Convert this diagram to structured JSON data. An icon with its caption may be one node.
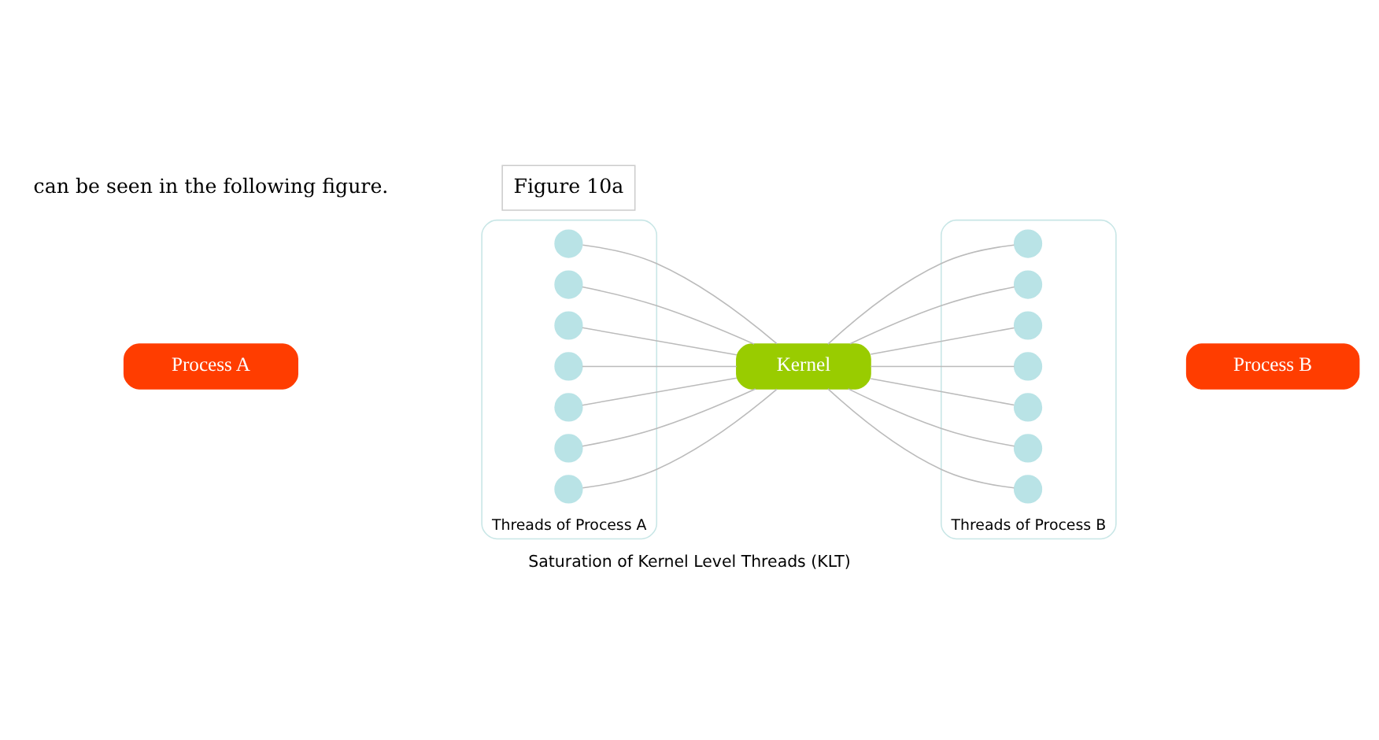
{
  "diagram": {
    "caption": "Saturation of Kernel Level Threads (KLT)",
    "nodes": [
      {
        "text": [
          "Process A"
        ]
      },
      {
        "text": [
          "Threads of Process A"
        ]
      },
      {
        "text": [],
        "shape": "circle",
        "in": 1
      },
      {
        "text": [],
        "shape": "circle",
        "in": 1
      },
      {
        "text": [],
        "shape": "circle",
        "in": 1
      },
      {
        "text": [],
        "shape": "circle",
        "in": 1
      },
      {
        "text": [],
        "shape": "circle",
        "in": 1
      },
      {
        "text": [],
        "shape": "circle",
        "in": 1
      },
      {
        "text": [],
        "shape": "circle",
        "in": 1
      },
      {
        "text": [
          "Kernel"
        ]
      },
      {
        "text": [
          "Threads of Process B"
        ]
      },
      {
        "text": [],
        "shape": "circle",
        "in": 10
      },
      {
        "text": [],
        "shape": "circle",
        "in": 10
      },
      {
        "text": [],
        "shape": "circle",
        "in": 10
      },
      {
        "text": [],
        "shape": "circle",
        "in": 10
      },
      {
        "text": [],
        "shape": "circle",
        "in": 10
      },
      {
        "text": [],
        "shape": "circle",
        "in": 10
      },
      {
        "text": [],
        "shape": "circle",
        "in": 10
      },
      {
        "text": [
          "Process B"
        ]
      }
    ],
    "edges": [
      {
        "from": 2,
        "to": 9,
        "arrow": "none"
      },
      {
        "from": 3,
        "to": 9,
        "arrow": "none"
      },
      {
        "from": 4,
        "to": 9,
        "arrow": "none"
      },
      {
        "from": 5,
        "to": 9,
        "arrow": "none"
      },
      {
        "from": 6,
        "to": 9,
        "arrow": "none"
      },
      {
        "from": 7,
        "to": 9,
        "arrow": "none"
      },
      {
        "from": 8,
        "to": 9,
        "arrow": "none"
      },
      {
        "from": 9,
        "to": 11,
        "arrow": "none"
      },
      {
        "from": 9,
        "to": 12,
        "arrow": "none"
      },
      {
        "from": 9,
        "to": 13,
        "arrow": "none"
      },
      {
        "from": 9,
        "to": 14,
        "arrow": "none"
      },
      {
        "from": 9,
        "to": 15,
        "arrow": "none"
      },
      {
        "from": 9,
        "to": 16,
        "arrow": "none"
      },
      {
        "from": 9,
        "to": 17,
        "arrow": "none"
      }
    ],
    "labels": [
      "can be seen in the following figure.",
      "Figure 10a"
    ]
  }
}
